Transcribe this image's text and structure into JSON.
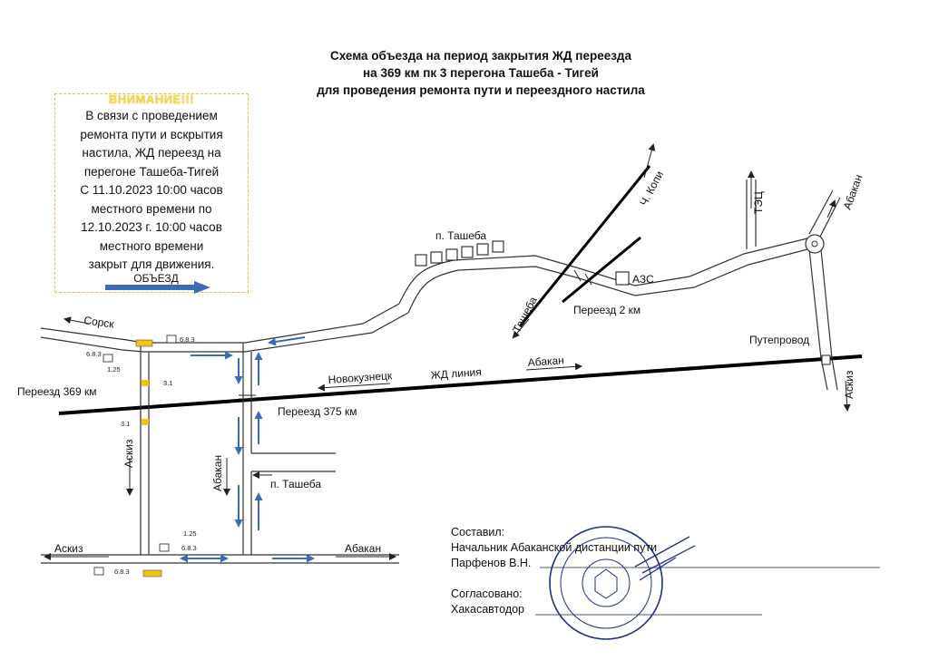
{
  "title": {
    "line1": "Схема объезда на период закрытия ЖД переезда",
    "line2": "на 369 км пк 3 перегона Ташеба - Тигей",
    "line3": "для проведения ремонта пути и переездного настила"
  },
  "notice": {
    "heading": "ВНИМАНИЕ!!!",
    "lines": [
      "В связи с проведением",
      "ремонта пути и вскрытия",
      "настила, ЖД переезд на",
      "перегоне  Ташеба-Тигей",
      "С 11.10.2023 10:00 часов",
      "местного времени по",
      "12.10.2023 г. 10:00 часов",
      "местного времени",
      "закрыт для движения."
    ],
    "detour_label": "ОБЪЕЗД"
  },
  "labels": {
    "sorsk": "Сорск",
    "pereezd_369": "Переезд 369 км",
    "askiz_vertical": "Аскиз",
    "abakan_vertical": "Абакан",
    "pereezd_375": "Переезд 375 км",
    "p_tasheba_bottom": "п. Ташеба",
    "askiz_bottom": "Аскиз",
    "abakan_bottom": "Абакан",
    "novokuznetsk": "Новокузнецк",
    "rail_line": "ЖД линия",
    "abakan_rail": "Абакан",
    "p_tasheba_top": "п. Ташеба",
    "ch_kopi": "Ч. Копи",
    "tasheba_road": "Ташеба",
    "azs": "АЗС",
    "pereezd_2": "Переезд 2 км",
    "tets": "ТЭЦ",
    "abakan_top": "Абакан",
    "puteprovod": "Путепровод",
    "askiz_right": "Аскиз"
  },
  "signs": {
    "s683_a": "6.8.3",
    "s683_b": "6.8.3",
    "s683_c": "6.8.3",
    "s683_d": "6.8.3",
    "s125_a": "1.25",
    "s125_b": "1.25",
    "s31_a": "3.1",
    "s31_b": "3.1"
  },
  "signatures": {
    "compiled": "Составил:",
    "position": "Начальник Абаканской дистанции пути",
    "name": "Парфенов В.Н.",
    "agreed": "Согласовано:",
    "org": "Хакасавтодор"
  },
  "colors": {
    "road": "#333333",
    "rail": "#000000",
    "detour_arrow": "#3a6db8",
    "notice_border": "#e2c23a",
    "notice_heading": "#f2d94a",
    "sign_yellow": "#f0c419",
    "stamp": "#1d2f8a"
  }
}
